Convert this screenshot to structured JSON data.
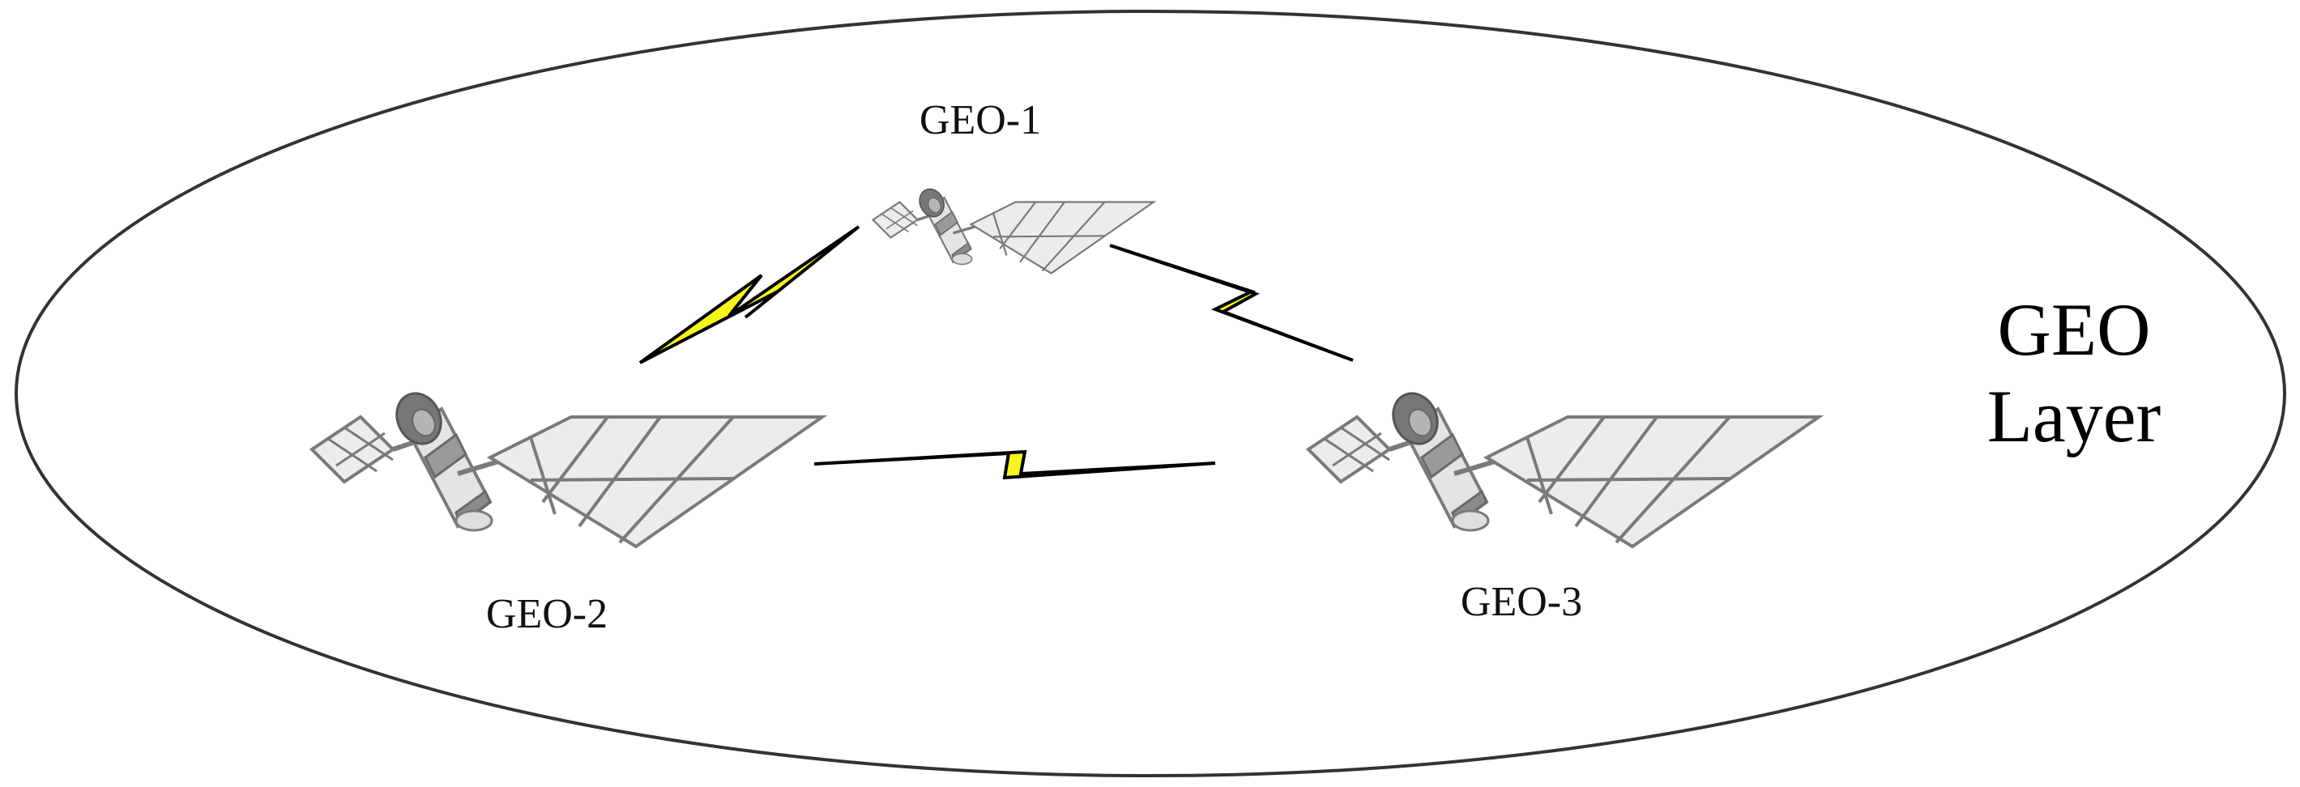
{
  "layer": {
    "label_line1": "GEO",
    "label_line2": "Layer"
  },
  "satellites": [
    {
      "id": "geo-1",
      "label": "GEO-1"
    },
    {
      "id": "geo-2",
      "label": "GEO-2"
    },
    {
      "id": "geo-3",
      "label": "GEO-3"
    }
  ],
  "links": [
    {
      "from": "GEO-1",
      "to": "GEO-2"
    },
    {
      "from": "GEO-1",
      "to": "GEO-3"
    },
    {
      "from": "GEO-2",
      "to": "GEO-3"
    }
  ],
  "colors": {
    "link_bolt": "#f5f51a",
    "link_outline": "#000000",
    "panel_fill": "#ececec",
    "panel_stroke": "#7a7a7a",
    "orbit_stroke": "#333333"
  }
}
